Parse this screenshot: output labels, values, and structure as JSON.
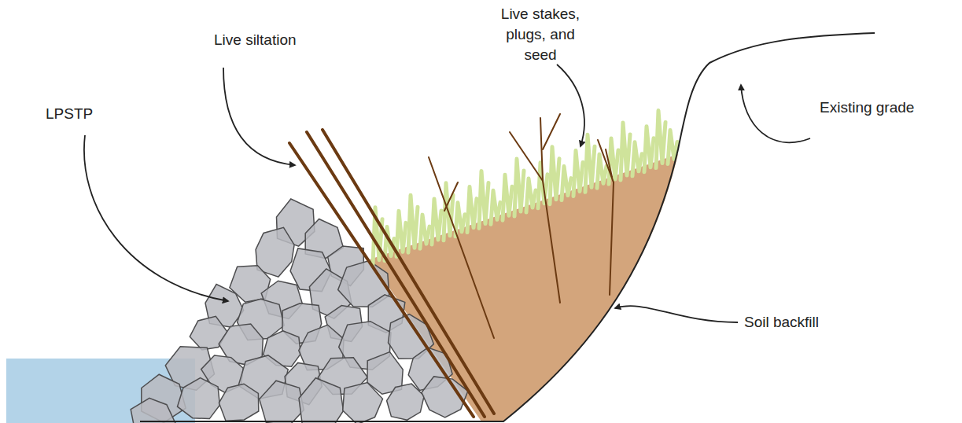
{
  "diagram": {
    "labels": [
      "Live siltation",
      "Live stakes, plugs, and seed",
      "Existing grade",
      "LPSTP",
      "Soil backfill"
    ]
  }
}
